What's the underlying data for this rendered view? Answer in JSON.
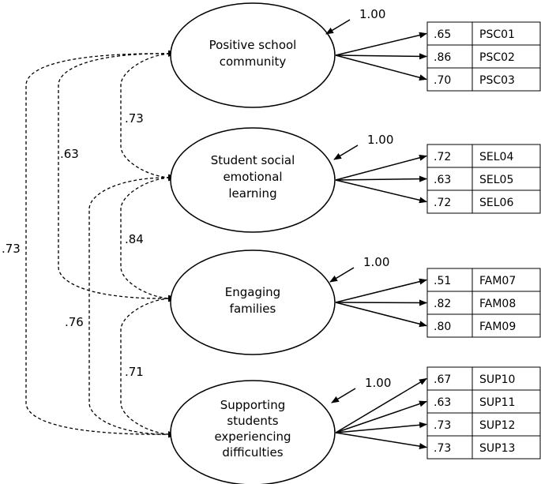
{
  "factors": [
    {
      "id": "psc",
      "label_lines": [
        "Positive school",
        "community"
      ],
      "variance": "1.00",
      "items": [
        {
          "loading": ".65",
          "code": "PSC01"
        },
        {
          "loading": ".86",
          "code": "PSC02"
        },
        {
          "loading": ".70",
          "code": "PSC03"
        }
      ]
    },
    {
      "id": "sel",
      "label_lines": [
        "Student social",
        "emotional",
        "learning"
      ],
      "variance": "1.00",
      "items": [
        {
          "loading": ".72",
          "code": "SEL04"
        },
        {
          "loading": ".63",
          "code": "SEL05"
        },
        {
          "loading": ".72",
          "code": "SEL06"
        }
      ]
    },
    {
      "id": "fam",
      "label_lines": [
        "Engaging",
        "families"
      ],
      "variance": "1.00",
      "items": [
        {
          "loading": ".51",
          "code": "FAM07"
        },
        {
          "loading": ".82",
          "code": "FAM08"
        },
        {
          "loading": ".80",
          "code": "FAM09"
        }
      ]
    },
    {
      "id": "sup",
      "label_lines": [
        "Supporting",
        "students",
        "experiencing",
        "difficulties"
      ],
      "variance": "1.00",
      "items": [
        {
          "loading": ".67",
          "code": "SUP10"
        },
        {
          "loading": ".63",
          "code": "SUP11"
        },
        {
          "loading": ".73",
          "code": "SUP12"
        },
        {
          "loading": ".73",
          "code": "SUP13"
        }
      ]
    }
  ],
  "correlations": [
    {
      "from": 0,
      "to": 1,
      "value": ".73"
    },
    {
      "from": 0,
      "to": 2,
      "value": ".63"
    },
    {
      "from": 0,
      "to": 3,
      "value": ".73"
    },
    {
      "from": 1,
      "to": 2,
      "value": ".84"
    },
    {
      "from": 1,
      "to": 3,
      "value": ".76"
    },
    {
      "from": 2,
      "to": 3,
      "value": ".71"
    }
  ]
}
